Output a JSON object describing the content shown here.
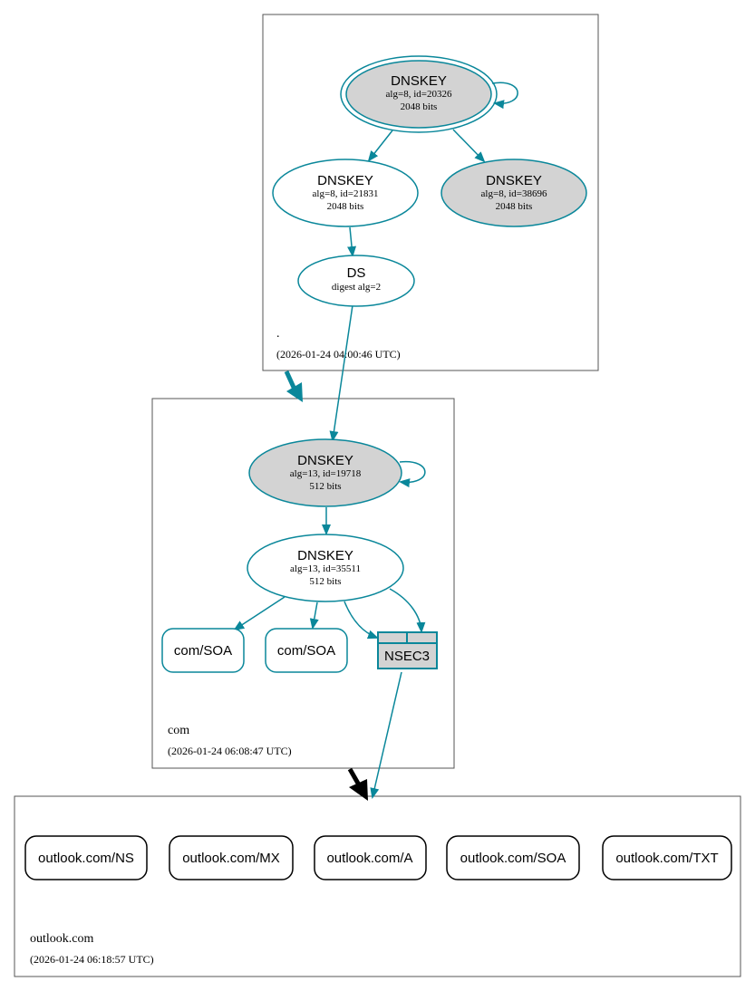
{
  "colors": {
    "edge": "#0a879a",
    "node_fill_grey": "#d3d3d3",
    "node_fill_white": "#ffffff",
    "zone_border": "#555555",
    "delegation_black": "#000000"
  },
  "zones": {
    "root": {
      "name": ".",
      "timestamp": "(2026-01-24 04:00:46 UTC)"
    },
    "com": {
      "name": "com",
      "timestamp": "(2026-01-24 06:08:47 UTC)"
    },
    "outlook": {
      "name": "outlook.com",
      "timestamp": "(2026-01-24 06:18:57 UTC)"
    }
  },
  "nodes": {
    "root_ksk": {
      "title": "DNSKEY",
      "line1": "alg=8, id=20326",
      "line2": "2048 bits"
    },
    "root_zsk": {
      "title": "DNSKEY",
      "line1": "alg=8, id=21831",
      "line2": "2048 bits"
    },
    "root_key3": {
      "title": "DNSKEY",
      "line1": "alg=8, id=38696",
      "line2": "2048 bits"
    },
    "root_ds": {
      "title": "DS",
      "line1": "digest alg=2"
    },
    "com_ksk": {
      "title": "DNSKEY",
      "line1": "alg=13, id=19718",
      "line2": "512 bits"
    },
    "com_zsk": {
      "title": "DNSKEY",
      "line1": "alg=13, id=35511",
      "line2": "512 bits"
    },
    "com_soa1": {
      "label": "com/SOA"
    },
    "com_soa2": {
      "label": "com/SOA"
    },
    "com_nsec3": {
      "label": "NSEC3"
    },
    "outlook_ns": {
      "label": "outlook.com/NS"
    },
    "outlook_mx": {
      "label": "outlook.com/MX"
    },
    "outlook_a": {
      "label": "outlook.com/A"
    },
    "outlook_soa": {
      "label": "outlook.com/SOA"
    },
    "outlook_txt": {
      "label": "outlook.com/TXT"
    }
  }
}
